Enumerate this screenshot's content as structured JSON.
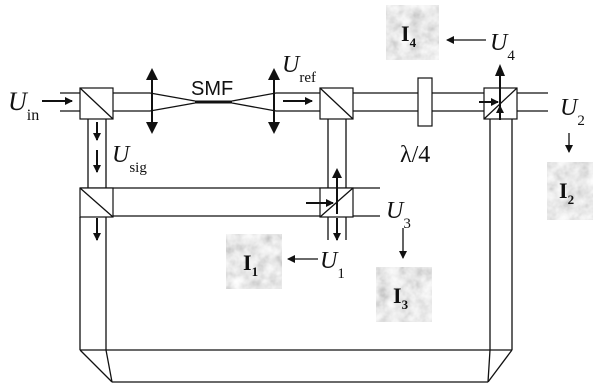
{
  "labels": {
    "u_in": {
      "main": "U",
      "sub": "in"
    },
    "u_sig": {
      "main": "U",
      "sub": "sig"
    },
    "u_ref": {
      "main": "U",
      "sub": "ref"
    },
    "u1": {
      "main": "U",
      "sub": "1"
    },
    "u2": {
      "main": "U",
      "sub": "2"
    },
    "u3": {
      "main": "U",
      "sub": "3"
    },
    "u4": {
      "main": "U",
      "sub": "4"
    },
    "smf": "SMF",
    "qwp": "λ/4"
  },
  "images": [
    {
      "id": "I1",
      "main": "I",
      "sub": "1"
    },
    {
      "id": "I2",
      "main": "I",
      "sub": "2"
    },
    {
      "id": "I3",
      "main": "I",
      "sub": "3"
    },
    {
      "id": "I4",
      "main": "I",
      "sub": "4"
    }
  ],
  "colors": {
    "ink": "#111111",
    "speckle_light": "#d4d4d4",
    "speckle_dark": "#8a8a8a"
  }
}
